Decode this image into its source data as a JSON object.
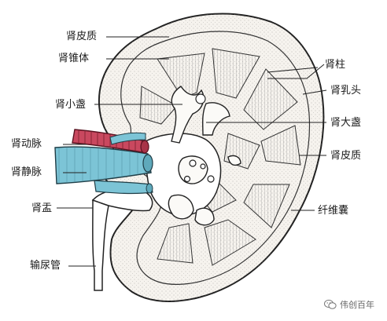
{
  "labels": {
    "cortex_top": "肾皮质",
    "pyramid": "肾锥体",
    "minor_calyx": "肾小盏",
    "renal_artery": "肾动脉",
    "renal_vein": "肾静脉",
    "renal_pelvis": "肾盂",
    "ureter": "输尿管",
    "renal_column": "肾柱",
    "papilla": "肾乳头",
    "major_calyx": "肾大盏",
    "cortex_right": "肾皮质",
    "capsule": "纤维囊"
  },
  "watermark": {
    "text": "伟创百年"
  },
  "colors": {
    "artery": "#c9485f",
    "vein": "#7cc4d6",
    "outline": "#222222",
    "cortex": "#f4f1ec",
    "background": "#ffffff"
  }
}
